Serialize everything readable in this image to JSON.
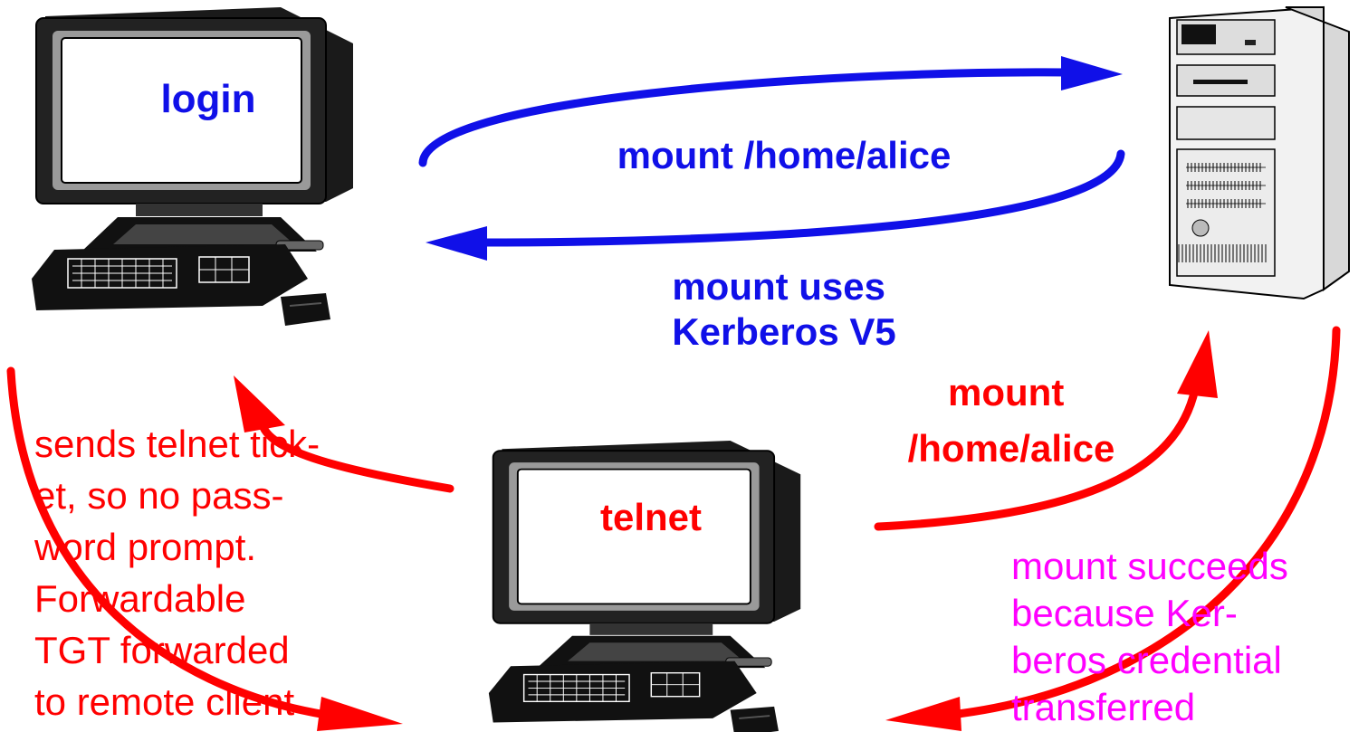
{
  "nodes": {
    "login_computer": {
      "screen_label": "login"
    },
    "telnet_computer": {
      "screen_label": "telnet"
    },
    "file_server": {
      "icon": "server-tower-icon"
    }
  },
  "edges": {
    "mount_request": {
      "label": "mount /home/alice",
      "color": "#1010e8"
    },
    "mount_response": {
      "label_lines": [
        "mount uses",
        "Kerberos V5"
      ],
      "color": "#1010e8"
    },
    "telnet_ticket": {
      "label_lines": [
        "sends telnet tick-",
        "et, so no pass-",
        "word prompt.",
        "Forwardable",
        "TGT forwarded",
        "to remote client"
      ],
      "color": "#ff0000"
    },
    "remote_mount_request": {
      "label_lines": [
        "mount",
        "/home/alice"
      ],
      "color": "#ff0000"
    },
    "remote_mount_result": {
      "label_lines": [
        "mount succeeds",
        "because Ker-",
        "beros credential",
        "transferred"
      ],
      "color": "#ff00ff"
    }
  }
}
